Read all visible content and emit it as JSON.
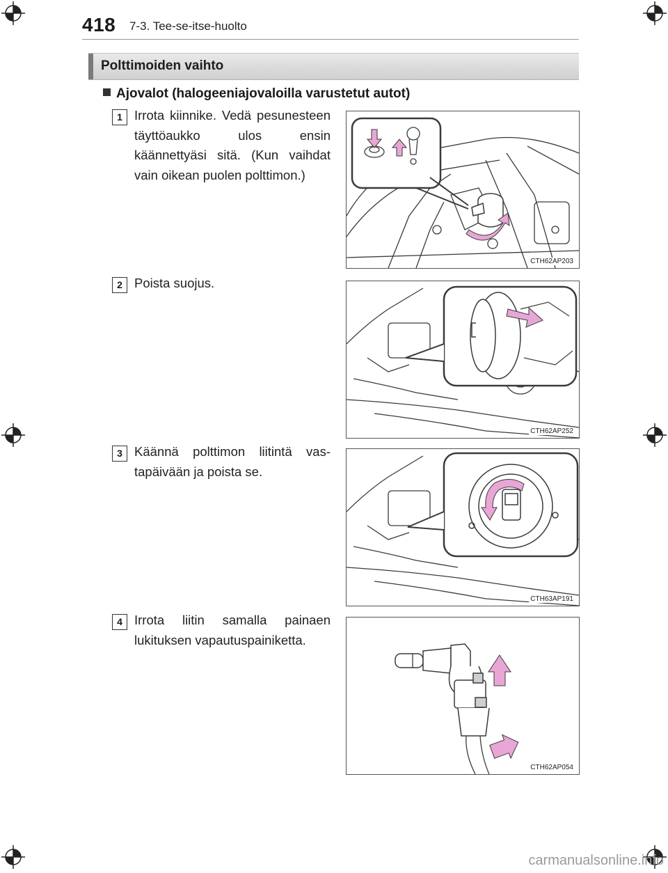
{
  "header": {
    "page_number": "418",
    "section": "7-3. Tee-se-itse-huolto"
  },
  "title_bar": {
    "title": "Polttimoiden vaihto"
  },
  "subheading": "Ajovalot (halogeeniajovaloilla varustetut autot)",
  "steps": [
    {
      "number": "1",
      "text": "Irrota kiinnike. Vedä pesu­nesteen täyttöaukko ulos ensin käännettyäsi sitä. (Kun vaihdat vain oikean puolen polttimon.)",
      "figure_code": "CTH62AP203"
    },
    {
      "number": "2",
      "text": "Poista suojus.",
      "figure_code": "CTH62AP252"
    },
    {
      "number": "3",
      "text": "Käännä polttimon liitintä vas­tapäivään ja poista se.",
      "figure_code": "CTH63AP191"
    },
    {
      "number": "4",
      "text": "Irrota liitin samalla painaen lukituksen vapautuspainiketta.",
      "figure_code": "CTH62AP054"
    }
  ],
  "watermark": "carmanualsonline.info",
  "colors": {
    "arrow_pink": "#e8a6d6",
    "line": "#3a3a3a",
    "title_bar_accent": "#7a7a7a"
  }
}
